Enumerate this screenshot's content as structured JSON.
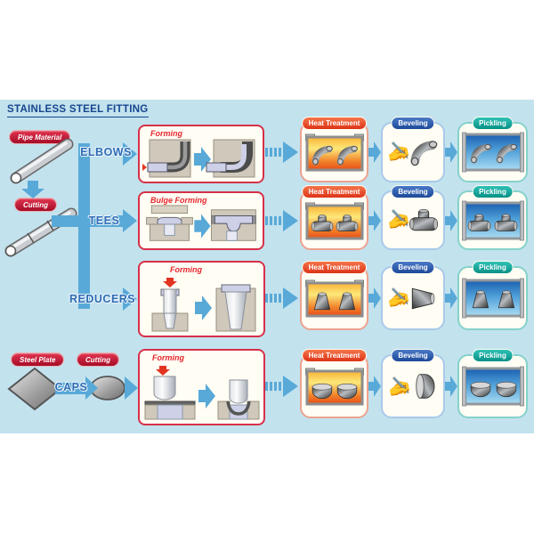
{
  "title": "STAINLESS STEEL FITTING",
  "source": {
    "pipe_material_label": "Pipe Material",
    "pipe_cutting_label": "Cutting",
    "steel_plate_label": "Steel Plate",
    "plate_cutting_label": "Cutting"
  },
  "rows": [
    {
      "id": "elbows",
      "name": "ELBOWS",
      "forming_label": "Forming",
      "stages": {
        "heat_treatment": "Heat Treatment",
        "beveling": "Beveling",
        "pickling": "Pickling"
      }
    },
    {
      "id": "tees",
      "name": "TEES",
      "forming_label": "Bulge Forming",
      "stages": {
        "heat_treatment": "Heat Treatment",
        "beveling": "Beveling",
        "pickling": "Pickling"
      }
    },
    {
      "id": "reducers",
      "name": "REDUCERS",
      "forming_label": "Forming",
      "stages": {
        "heat_treatment": "Heat Treatment",
        "beveling": "Beveling",
        "pickling": "Pickling"
      }
    },
    {
      "id": "caps",
      "name": "CAPS",
      "forming_label": "Forming",
      "stages": {
        "heat_treatment": "Heat Treatment",
        "beveling": "Beveling",
        "pickling": "Pickling"
      }
    }
  ],
  "icons": {
    "beveling_hand": "✍"
  },
  "colors": {
    "band_background": "#c2e2ee",
    "page_background": "#ffffff",
    "arrow_blue": "#58a9d8",
    "title_blue": "#16468e",
    "row_label_blue": "#2e6cb5",
    "material_badge_red": "#b5122f",
    "forming_border_red": "#d63048",
    "forming_label_red": "#e8262e",
    "heat_badge_orange": "#dd3318",
    "beveling_badge_blue": "#1c4898",
    "pickling_badge_teal": "#079086"
  }
}
